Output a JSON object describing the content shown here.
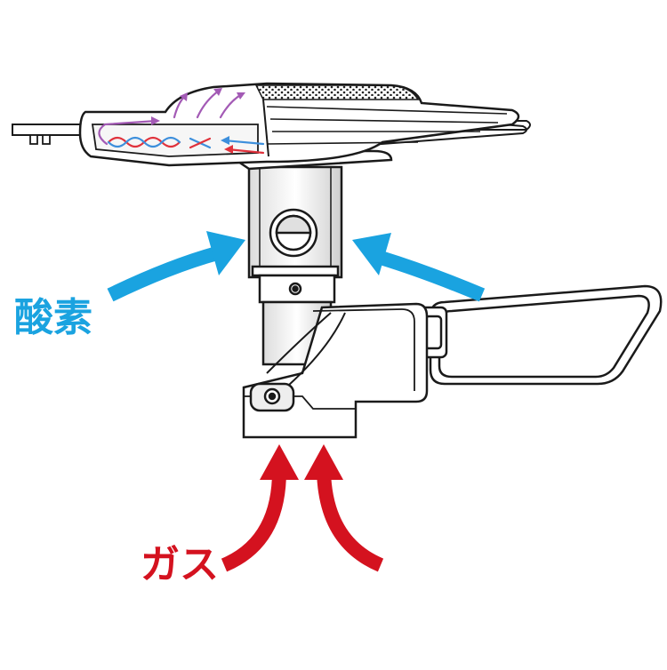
{
  "labels": {
    "oxygen": "酸素",
    "gas": "ガス"
  },
  "colors": {
    "oxygen": "#1aa3e0",
    "gas": "#d4121f",
    "internal_flow_purple": "#a35ab5",
    "internal_flow_blue": "#3d8fdc",
    "internal_flow_red": "#e0323c",
    "outline": "#1a1a1a"
  },
  "parts": {
    "top": "burner-head",
    "middle": "mixing-tube",
    "bottom": "gas-valve-housing",
    "side": "fold-out-handle"
  }
}
